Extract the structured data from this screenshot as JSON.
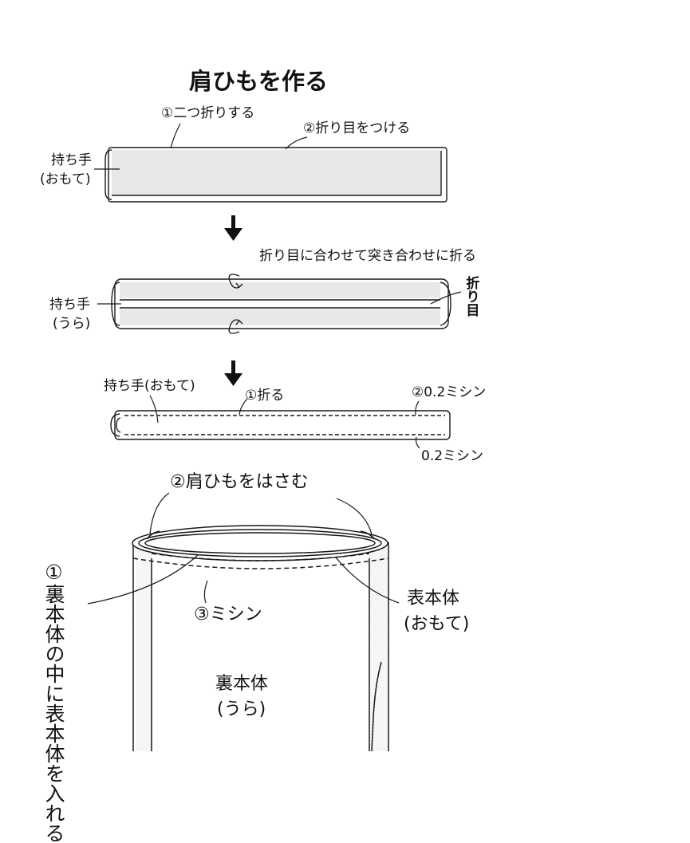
{
  "title": "肩ひもを作る",
  "step1": {
    "fold_in_half": "①二つ折りする",
    "make_crease": "②折り目をつける",
    "handle_label": "持ち手",
    "handle_side": "(おもて)"
  },
  "step2": {
    "instruction": "折り目に合わせて突き合わせに折る",
    "handle_label": "持ち手",
    "handle_side": "(うら)",
    "crease_label": "折り目"
  },
  "step3": {
    "handle_label": "持ち手(おもて)",
    "fold": "①折る",
    "stitch_top": "②0.2ミシン",
    "stitch_bottom": "0.2ミシン"
  },
  "step4": {
    "insert_strap": "②肩ひもをはさむ",
    "put_outer_in_lining": "①裏本体の中に表本体を入れる",
    "stitch": "③ミシン",
    "outer_body": "表本体",
    "outer_body_side": "(おもて)",
    "lining_body": "裏本体",
    "lining_body_side": "(うら)"
  },
  "colors": {
    "line": "#1a1a1a",
    "fabric_fill": "#e8e8e8",
    "paper": "#ffffff"
  }
}
